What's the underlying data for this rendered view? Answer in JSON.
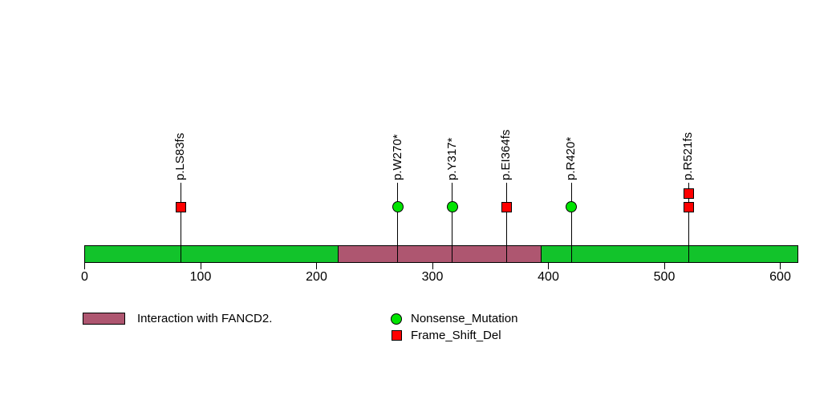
{
  "chart_data": {
    "type": "lollipop",
    "title": "",
    "protein_length": 615,
    "xlim": [
      0,
      615
    ],
    "x_ticks": [
      0,
      100,
      200,
      300,
      400,
      500,
      600
    ],
    "backbone_color": "#12c32b",
    "domains": [
      {
        "name": "Interaction with FANCD2.",
        "start": 218,
        "end": 394,
        "color": "#ae5670"
      }
    ],
    "mutation_types": [
      {
        "name": "Nonsense_Mutation",
        "shape": "circle",
        "color": "#00e400"
      },
      {
        "name": "Frame_Shift_Del",
        "shape": "square",
        "color": "#ff0000"
      }
    ],
    "mutations": [
      {
        "label": "p.LS83fs",
        "position": 83,
        "type": "Frame_Shift_Del",
        "count": 1
      },
      {
        "label": "p.W270*",
        "position": 270,
        "type": "Nonsense_Mutation",
        "count": 1
      },
      {
        "label": "p.Y317*",
        "position": 317,
        "type": "Nonsense_Mutation",
        "count": 1
      },
      {
        "label": "p.EI364fs",
        "position": 364,
        "type": "Frame_Shift_Del",
        "count": 1
      },
      {
        "label": "p.R420*",
        "position": 420,
        "type": "Nonsense_Mutation",
        "count": 1
      },
      {
        "label": "p.R521fs",
        "position": 521,
        "type": "Frame_Shift_Del",
        "count": 2
      }
    ],
    "legend": {
      "domain_label": "Interaction with FANCD2.",
      "mutation_labels": [
        "Nonsense_Mutation",
        "Frame_Shift_Del"
      ]
    }
  }
}
